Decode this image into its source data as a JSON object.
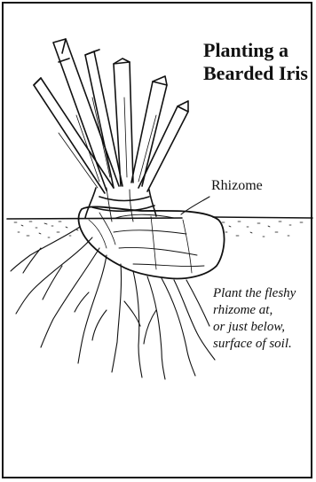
{
  "title": {
    "line1": "Planting a",
    "line2": "Bearded Iris"
  },
  "labels": {
    "rhizome": "Rhizome"
  },
  "note": {
    "line1": "Plant the fleshy",
    "line2": "rhizome at,",
    "line3": "or just below,",
    "line4": "surface of soil."
  },
  "colors": {
    "ink": "#111111",
    "background": "#ffffff"
  }
}
